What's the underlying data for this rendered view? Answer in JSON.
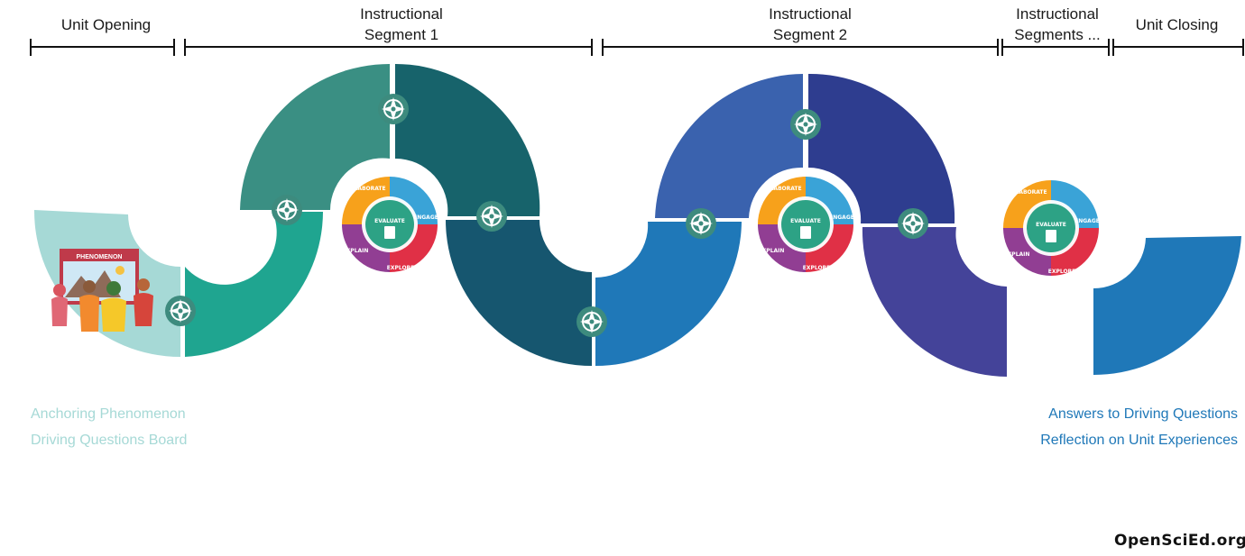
{
  "segments": [
    {
      "label": "Unit Opening"
    },
    {
      "label": "Instructional",
      "label2": "Segment 1"
    },
    {
      "label": "Instructional",
      "label2": "Segment 2"
    },
    {
      "label": "Instructional",
      "label2": "Segments ..."
    },
    {
      "label": "Unit Closing"
    }
  ],
  "opening_card": {
    "title": "PHENOMENON"
  },
  "cycle": {
    "center": "EVALUATE",
    "phases": [
      "ELABORATE",
      "ENGAGE",
      "EXPLORE",
      "EXPLAIN"
    ]
  },
  "left_items": [
    "Anchoring Phenomenon",
    "Driving Questions Board"
  ],
  "right_items": [
    "Answers to Driving Questions",
    "Reflection on Unit Experiences"
  ],
  "brand": "OpenSciEd.org",
  "colors": {
    "opening": "#a6d9d6",
    "seg1_a": "#1fa590",
    "seg1_b": "#3a8f83",
    "seg1_c": "#17636b",
    "seg1_d": "#16566f",
    "seg2_a": "#1f78b8",
    "seg2_b": "#3a62ae",
    "seg2_c": "#2e3d8f",
    "seg2_d": "#444399",
    "closing": "#1f78b8",
    "compass": "#3d8b7e",
    "cycle_center": "#2da285",
    "elaborate": "#f7a11b",
    "engage": "#3aa3d7",
    "explore": "#e03046",
    "explain": "#913e93"
  }
}
